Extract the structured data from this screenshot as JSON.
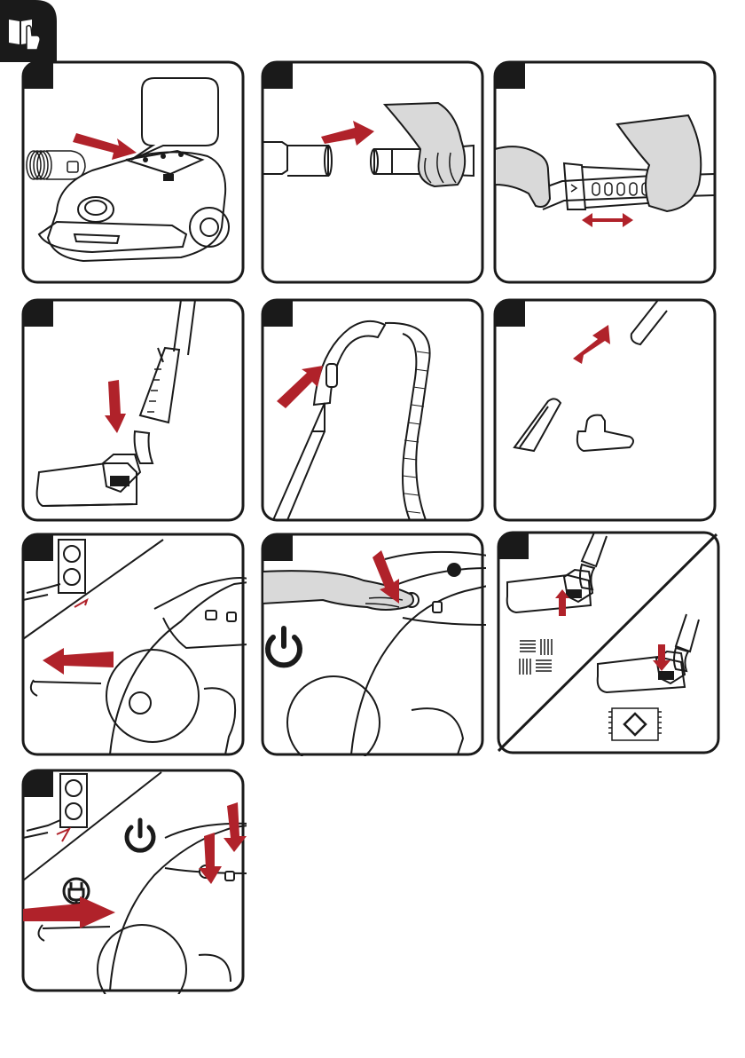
{
  "icons": {
    "manual": "read-manual-hand-icon",
    "power": "power-icon",
    "plug": "plug-icon"
  },
  "colors": {
    "arrow": "#b0222a",
    "line": "#1a1a1a",
    "skin": "#d9d9d9",
    "badge": "#1a1a1a"
  },
  "steps": [
    {
      "number": "",
      "content": "attach-hose-to-vacuum"
    },
    {
      "number": "",
      "content": "insert-tube-into-handle"
    },
    {
      "number": "",
      "content": "adjust-telescopic-tube"
    },
    {
      "number": "",
      "content": "attach-floor-nozzle"
    },
    {
      "number": "",
      "content": "connect-tube-to-hose"
    },
    {
      "number": "",
      "content": "attach-accessory-tools"
    },
    {
      "number": "",
      "content": "pull-cord-and-plug-in"
    },
    {
      "number": "",
      "content": "press-power-button"
    },
    {
      "number": "",
      "content": "switch-nozzle-hard-floor-carpet"
    },
    {
      "number": "",
      "content": "unplug-and-rewind-cord"
    }
  ]
}
